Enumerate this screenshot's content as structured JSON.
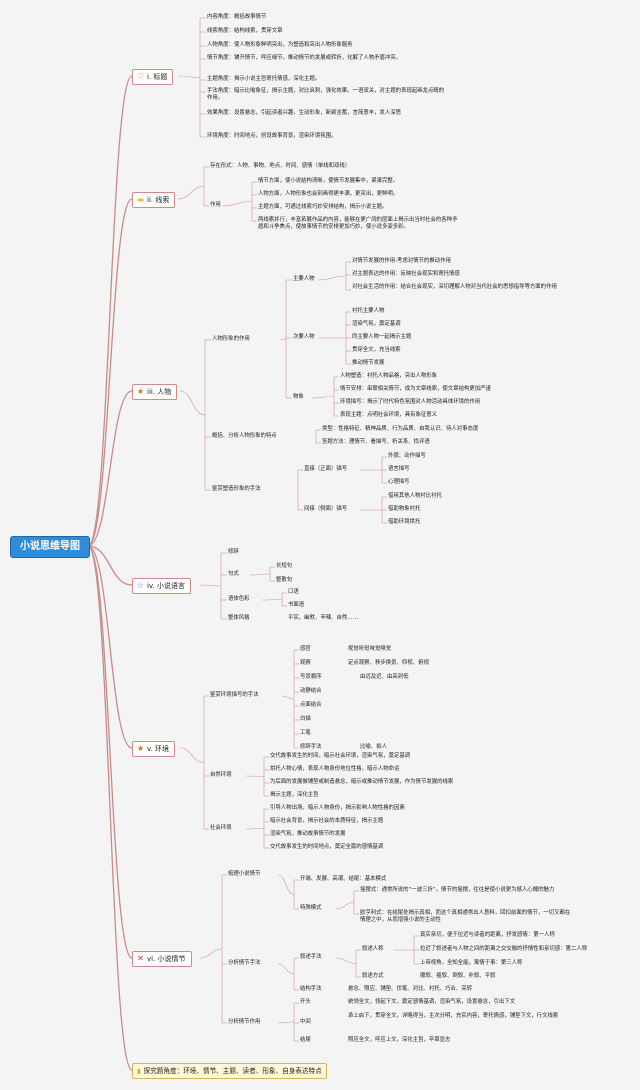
{
  "root": {
    "label": "小说思维导图"
  },
  "sections": {
    "theme": {
      "label": "i. 标题",
      "icon": "heart-icon",
      "items": [
        "内容角度：概括故事情节",
        "线索角度：结构线索，贯穿文章",
        "人物角度：使人物形象鲜明突出，为塑造和突出人物形象服务",
        "情节角度：铺开情节，呼应细节，推动情节的发展或转折，化解了人物矛盾冲突。",
        "主题角度：揭示小说主旨寄托情感，深化主题。",
        "手法角度：暗示比喻象征，揭示主题，对比讽刺，强化效果。一语双关，对主题的表现起画龙点睛的作用。",
        "效果角度：设置悬念，引起读者兴趣，生动形象，新颖含蓄，言简意丰，发人深思",
        "环境角度：时间地点，创设故事背景，渲染环境氛围。"
      ]
    },
    "clue": {
      "label": "ii. 线索",
      "icon": "note-icon",
      "form": "存在形式：人物、事物、地点、时间、感情（单线和双线）",
      "role": "作用",
      "items": [
        "情节方面，使小说结构清晰，使情节发展集中，紧凑完整。",
        "人物方面，人物形象也会刻画得更丰满，更突出，更鲜明。",
        "主题方面，可通过线索巧妙安排结构，揭示小说主题。",
        "两线索并行，丰富拓展作品的内容，能够在更广阔的层面上揭示出当时社会的各种矛盾和斗争焦点，使故事情节的安排更加巧妙，使小说多姿多彩。"
      ]
    },
    "character": {
      "label": "iii. 人物",
      "icon": "star-icon",
      "role_label": "人物形象的作用",
      "main_label": "主要人物",
      "main_items": [
        "对情节发展的作用:考虑对情节的推动作用",
        "对主题表达的作用：反映社会现实和寄托情感",
        "对社会生活的作用：结合社会现实，深切理解人物对当代社会的思想指导等方面的作用"
      ],
      "minor_label": "次要人物",
      "minor_items": [
        "衬托主要人物",
        "渲染气氛，奠定基调",
        "同主要人物一起揭示主题",
        "贯穿全文，充当线索",
        "推动情节发展"
      ],
      "object_label": "物象",
      "object_items": [
        "人物塑造：衬托人物品格，突出人物形象",
        "情节安排：串联相关情节，成为文章线索，使文章结构更加严谨",
        "环境描写：揭示了时代特色氛围对人物活动具体环境的作用",
        "表现主题：点明社会环境，具有象征意义"
      ],
      "analyze_label": "概括、分析人物形象的特点",
      "analyze_items": [
        "类型：性格特征、精神品质、行为品质、自我认识、待人对事态度",
        "答题方法：理情节、看描写、析关系、找评语"
      ],
      "method_label": "鉴赏塑造形象的手法",
      "direct_label": "直接（正面）描写",
      "direct_items": [
        "外貌、动作描写",
        "语言描写",
        "心理描写"
      ],
      "indirect_label": "间接（侧面）描写",
      "indirect_items": [
        "借用其他人物衬比衬托",
        "借助物象衬托",
        "借助环境烘托"
      ]
    },
    "language": {
      "label": "iv. 小说语言",
      "icon": "star-outline-icon",
      "items": [
        "修辞",
        "句式",
        "语体色彩",
        "整体风格"
      ],
      "sentence": [
        "长短句",
        "整散句"
      ],
      "style": [
        "口语",
        "书面语"
      ],
      "overall": "平实、幽默、辛辣、自然……"
    },
    "environment": {
      "label": "v. 环境",
      "icon": "star-icon",
      "appreciate_label": "鉴赏环境描写的手法",
      "appreciate_items": [
        "感官",
        "观察",
        "写景顺序",
        "动静结合",
        "点面结合",
        "白描",
        "工笔",
        "修辞手法"
      ],
      "appreciate_details": {
        "感官": "视觉听觉味觉嗅觉",
        "观察": "定点观察、移步换景、仰视、俯视",
        "写景顺序": "由远及近、由高到低",
        "修辞手法": "比喻、拟人"
      },
      "natural_label": "自然环境",
      "natural_items": [
        "交代故事发生的时间，暗示社会环境，渲染气氛，奠定基调",
        "烘托人物心情，表现人物身份地位性格，暗示人物命运",
        "为后面的发展做铺垫或制造悬念，暗示或推动情节发展，作为情节发展的线索",
        "揭示主题，深化主旨"
      ],
      "social_label": "社会环境",
      "social_items": [
        "引导人物出场，暗示人物身份，揭示影响人物性格的因素",
        "暗示社会背景，揭示社会的本质特征，揭示主题",
        "渲染气氛，推动故事情节的发展",
        "交代故事发生的时间地点，奠定全篇的感情基调"
      ]
    },
    "plot": {
      "label": "vi. 小说情节",
      "icon": "tools-icon",
      "sort_label": "梳理小说情节",
      "sort_items": [
        "开端、发展、高潮、结尾：基本模式",
        "特殊模式"
      ],
      "special": [
        "摇摆式：通常所说的“一波三折”。情节的摇摆，往往是使小说更为撼人心魄的魅力",
        "欧亨利式：在结尾处揭示真相，而这个真相通常出人意料，回扣前面的情节，一切又都在情理之中，从而增强小说的主动性"
      ],
      "analyze_method_label": "分析情节手法",
      "narrate_label": "叙述手法",
      "person_label": "叙述人称",
      "person_items": [
        "真实亲切，便于拉近与读者的距离，抒发感情：第一人称",
        "拉近了叙述者与人物之间的距离之交交融的抒情性和亲切感：第二人称",
        "上帝视角，全知全能，寓情于事：第三人称"
      ],
      "way_label": "叙述方式",
      "way_text": "顺叙、插叙、倒叙、补叙、平叙",
      "structure_label": "结构手法",
      "structure_text": "悬念、照应、铺垫、伏笔、对比、衬托、巧合、突转",
      "role_label": "分析情节作用",
      "role_items": [
        "开头",
        "中间",
        "结尾"
      ],
      "role_details": [
        "统领全文，领起下文，奠定感情基调，渲染气氛，设置悬念，引出下文",
        "承上启下，贯穿全文，详略得当，主次分明，充实内容，寄托情感，铺垫下文，行文线索",
        "照应全文，呼应上文，深化主旨，卒章显志"
      ]
    },
    "explore": {
      "label": "探究题角度：环境、情节、主题、读者、形象、自身表达特点",
      "icon": "note-icon"
    }
  }
}
